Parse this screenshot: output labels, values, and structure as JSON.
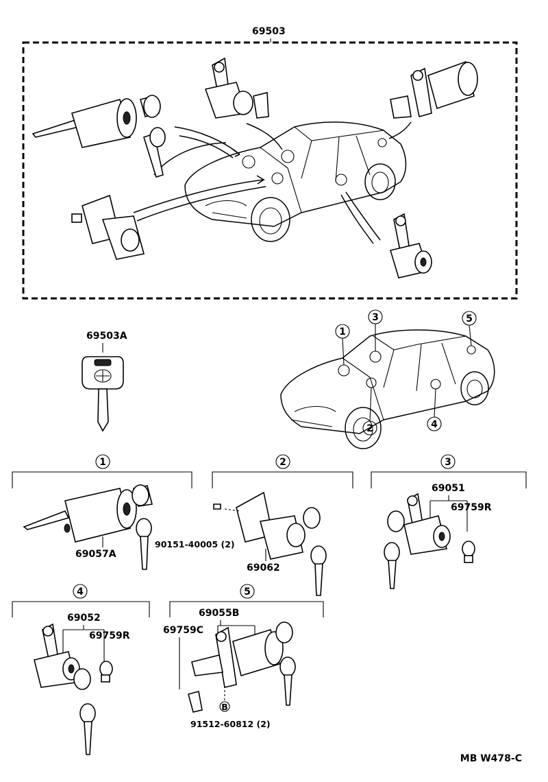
{
  "top": {
    "assembly_label": "69503"
  },
  "key_section": {
    "key_label": "69503A"
  },
  "car_callouts": [
    "1",
    "2",
    "3",
    "4",
    "5"
  ],
  "groups": {
    "g1": {
      "num": "1",
      "parts": [
        "69057A"
      ]
    },
    "g2": {
      "num": "2",
      "parts": [
        "90151-40005 (2)",
        "69062"
      ]
    },
    "g3": {
      "num": "3",
      "parts": [
        "69051",
        "69759R"
      ]
    },
    "g4": {
      "num": "4",
      "parts": [
        "69052",
        "69759R"
      ]
    },
    "g5": {
      "num": "5",
      "parts": [
        "69055B",
        "69759C",
        "B",
        "91512-60812 (2)"
      ]
    }
  },
  "footer": {
    "code": "MB W478-C"
  }
}
